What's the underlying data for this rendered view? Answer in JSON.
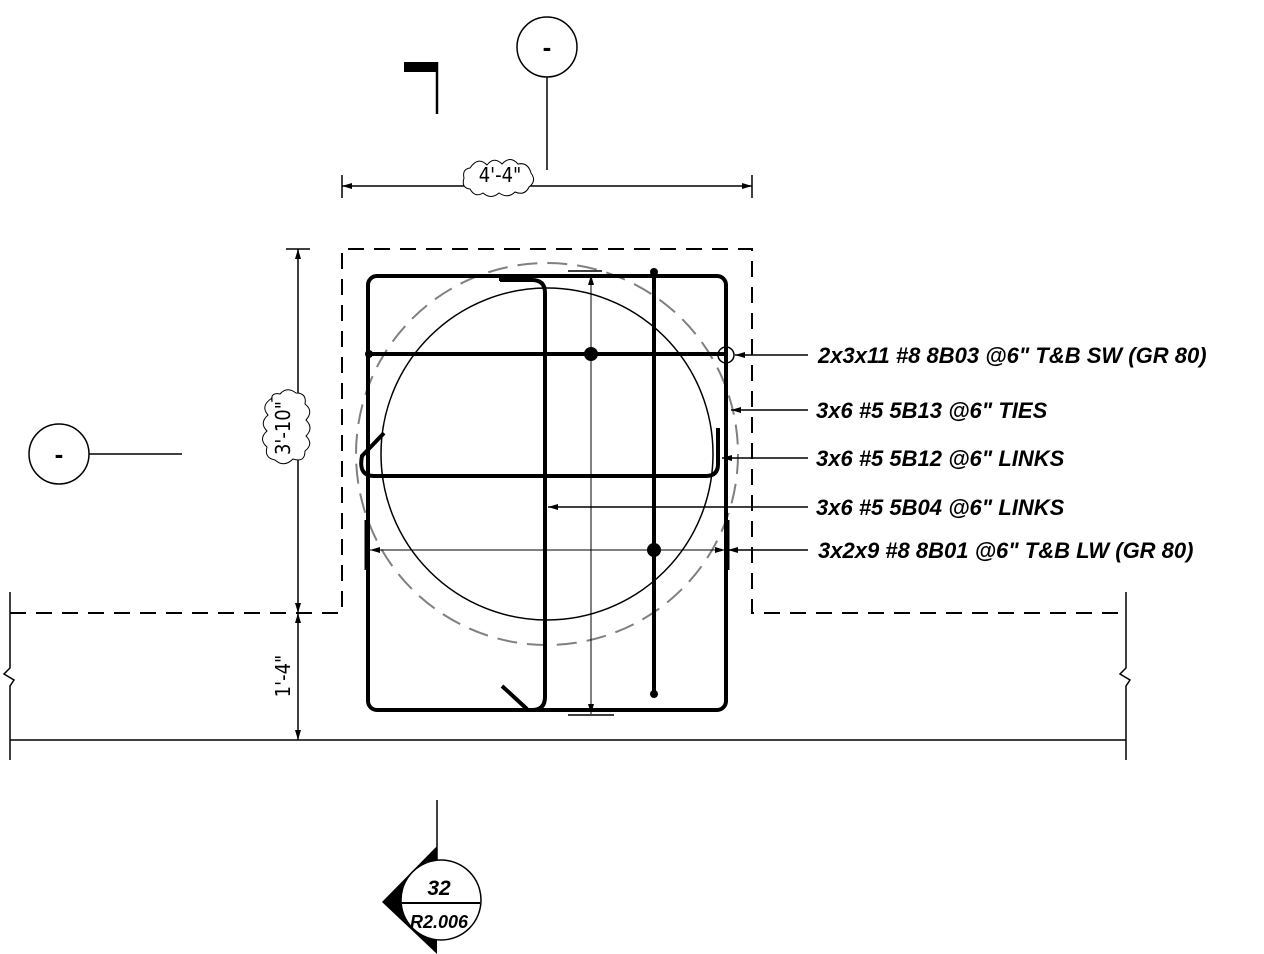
{
  "section_bubbles": {
    "top": "-",
    "left": "-"
  },
  "dimensions": {
    "width": "4'-4\"",
    "height": "3'-10\"",
    "cover": "1'-4\""
  },
  "callouts": [
    "2x3x11 #8 8B03 @6\" T&B SW (GR 80)",
    "3x6 #5 5B13 @6\" TIES",
    "3x6 #5 5B12 @6\" LINKS",
    "3x6 #5 5B04 @6\" LINKS",
    "3x2x9 #8 8B01 @6\" T&B LW (GR 80)"
  ],
  "detail_tag": {
    "number": "32",
    "sheet": "R2.006"
  }
}
